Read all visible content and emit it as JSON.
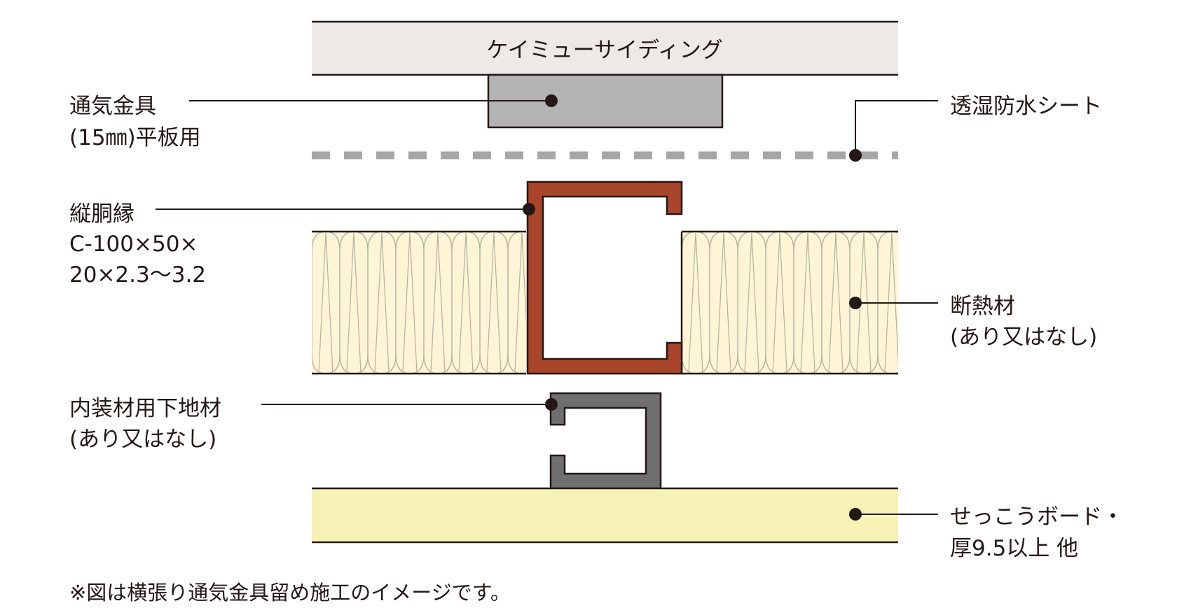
{
  "siding": {
    "label": "ケイミューサイディング"
  },
  "labels": {
    "vent_bracket": {
      "line1": "通気金具",
      "line2": "(15㎜)平板用"
    },
    "membrane": {
      "line1": "透湿防水シート"
    },
    "stud": {
      "line1": "縦胴縁",
      "line2": "C-100×50×",
      "line3": "20×2.3〜3.2"
    },
    "insulation": {
      "line1": "断熱材",
      "line2": "(あり又はなし)"
    },
    "furring": {
      "line1": "内装材用下地材",
      "line2": "(あり又はなし)"
    },
    "gypsum": {
      "line1": "せっこうボード・",
      "line2": "厚9.5以上 他"
    }
  },
  "note": "※図は横張り通気金具留め施工のイメージです。",
  "colors": {
    "siding": "#ece9e6",
    "bracket": "#b3b3b3",
    "membrane": "#a6a6a6",
    "stud": "#a8452a",
    "insulation": "#fdf5d6",
    "insulation_lines": "#b5b0a0",
    "furring": "#6f6f6f",
    "gypsum": "#f6f1b4",
    "ink": "#231815"
  }
}
